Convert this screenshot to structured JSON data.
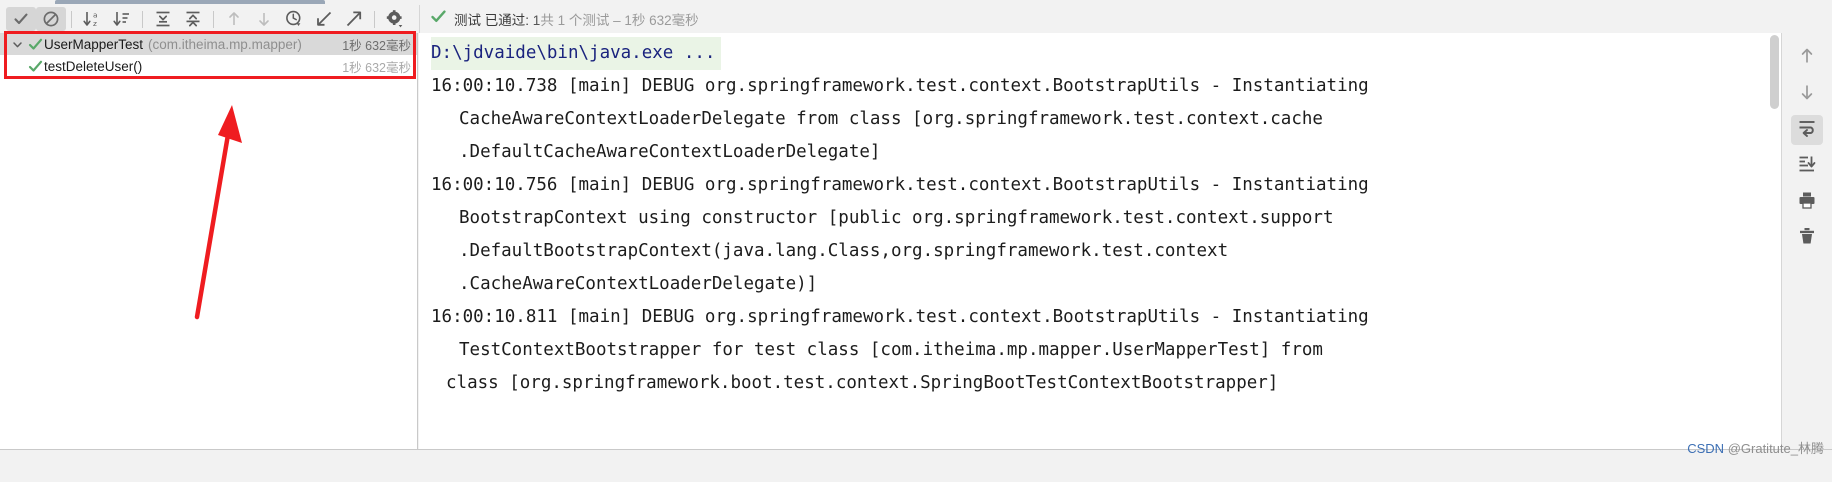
{
  "toolbar": {
    "buttons": [
      {
        "name": "show-passed-tests",
        "icon": "check-icon",
        "active": true
      },
      {
        "name": "show-ignored-tests",
        "icon": "block-icon",
        "active": true
      },
      {
        "name": "sort-alphabetically",
        "icon": "sort-alpha-icon",
        "active": false
      },
      {
        "name": "sort-by-duration",
        "icon": "sort-duration-icon",
        "active": false
      },
      {
        "name": "expand-all",
        "icon": "expand-all-icon",
        "active": false
      },
      {
        "name": "collapse-all",
        "icon": "collapse-all-icon",
        "active": false
      },
      {
        "name": "previous-failed-test",
        "icon": "arrow-up-icon",
        "active": false
      },
      {
        "name": "next-failed-test",
        "icon": "arrow-down-icon",
        "active": false
      },
      {
        "name": "test-history",
        "icon": "clock-history-icon",
        "active": false
      },
      {
        "name": "import-test-results",
        "icon": "import-icon",
        "active": false
      },
      {
        "name": "export-test-results",
        "icon": "export-icon",
        "active": false
      },
      {
        "name": "test-settings",
        "icon": "gear-icon",
        "active": false
      }
    ]
  },
  "status": {
    "icon": "green-check-icon",
    "label_prefix": "测试",
    "passed_label": "已通过:",
    "passed_count": "1",
    "total_label": "共 1 个测试",
    "separator": "–",
    "duration": "1秒 632毫秒",
    "full_text": "测试 已通过: 1共 1 个测试 – 1秒 632毫秒"
  },
  "tree": {
    "rows": [
      {
        "name": "UserMapperTest",
        "package": "(com.itheima.mp.mapper)",
        "duration": "1秒 632毫秒",
        "state": "passed",
        "selected": true,
        "expanded": true,
        "level": 0
      },
      {
        "name": "testDeleteUser()",
        "package": "",
        "duration": "1秒 632毫秒",
        "state": "passed",
        "selected": false,
        "expanded": false,
        "level": 1
      }
    ]
  },
  "annotation": {
    "box_color": "#ef1c20",
    "arrow_color": "#ef1c20"
  },
  "console": {
    "lines": [
      {
        "text": "D:\\jdvaide\\bin\\java.exe ...",
        "style": "cmd"
      },
      {
        "text": "16:00:10.738 [main] DEBUG org.springframework.test.context.BootstrapUtils - Instantiating",
        "style": "normal"
      },
      {
        "text": "CacheAwareContextLoaderDelegate from class [org.springframework.test.context.cache",
        "style": "wrap"
      },
      {
        "text": ".DefaultCacheAwareContextLoaderDelegate]",
        "style": "wrap"
      },
      {
        "text": "16:00:10.756 [main] DEBUG org.springframework.test.context.BootstrapUtils - Instantiating",
        "style": "normal"
      },
      {
        "text": "BootstrapContext using constructor [public org.springframework.test.context.support",
        "style": "wrap"
      },
      {
        "text": ".DefaultBootstrapContext(java.lang.Class,org.springframework.test.context",
        "style": "wrap"
      },
      {
        "text": ".CacheAwareContextLoaderDelegate)]",
        "style": "wrap"
      },
      {
        "text": "16:00:10.811 [main] DEBUG org.springframework.test.context.BootstrapUtils - Instantiating",
        "style": "normal"
      },
      {
        "text": "TestContextBootstrapper for test class [com.itheima.mp.mapper.UserMapperTest] from",
        "style": "wrap"
      },
      {
        "text": "class [org.springframework.boot.test.context.SpringBootTestContextBootstrapper]",
        "style": "wrap2"
      }
    ]
  },
  "right_sidebar": {
    "buttons": [
      {
        "name": "scroll-up-icon",
        "active": false
      },
      {
        "name": "scroll-down-icon",
        "active": false
      },
      {
        "name": "soft-wrap-icon",
        "active": true
      },
      {
        "name": "scroll-to-end-icon",
        "active": false
      },
      {
        "name": "print-icon",
        "active": false
      },
      {
        "name": "trash-icon",
        "active": false
      }
    ]
  },
  "watermark": {
    "source": "CSDN",
    "handle": "@Gratitute_林腾"
  }
}
